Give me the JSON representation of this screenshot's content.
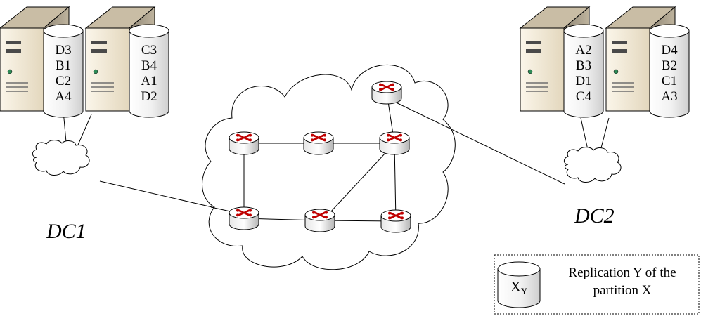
{
  "diagram": {
    "datacenters": [
      {
        "label": "DC1",
        "servers": [
          {
            "partitions": [
              "D3",
              "B1",
              "C2",
              "A4"
            ]
          },
          {
            "partitions": [
              "C3",
              "B4",
              "A1",
              "D2"
            ]
          }
        ]
      },
      {
        "label": "DC2",
        "servers": [
          {
            "partitions": [
              "A2",
              "B3",
              "D1",
              "C4"
            ]
          },
          {
            "partitions": [
              "D4",
              "B2",
              "C1",
              "A3"
            ]
          }
        ]
      }
    ],
    "legend": {
      "symbol_main": "X",
      "symbol_sub": "Y",
      "line1": "Replication Y of the",
      "line2": "partition X"
    }
  }
}
